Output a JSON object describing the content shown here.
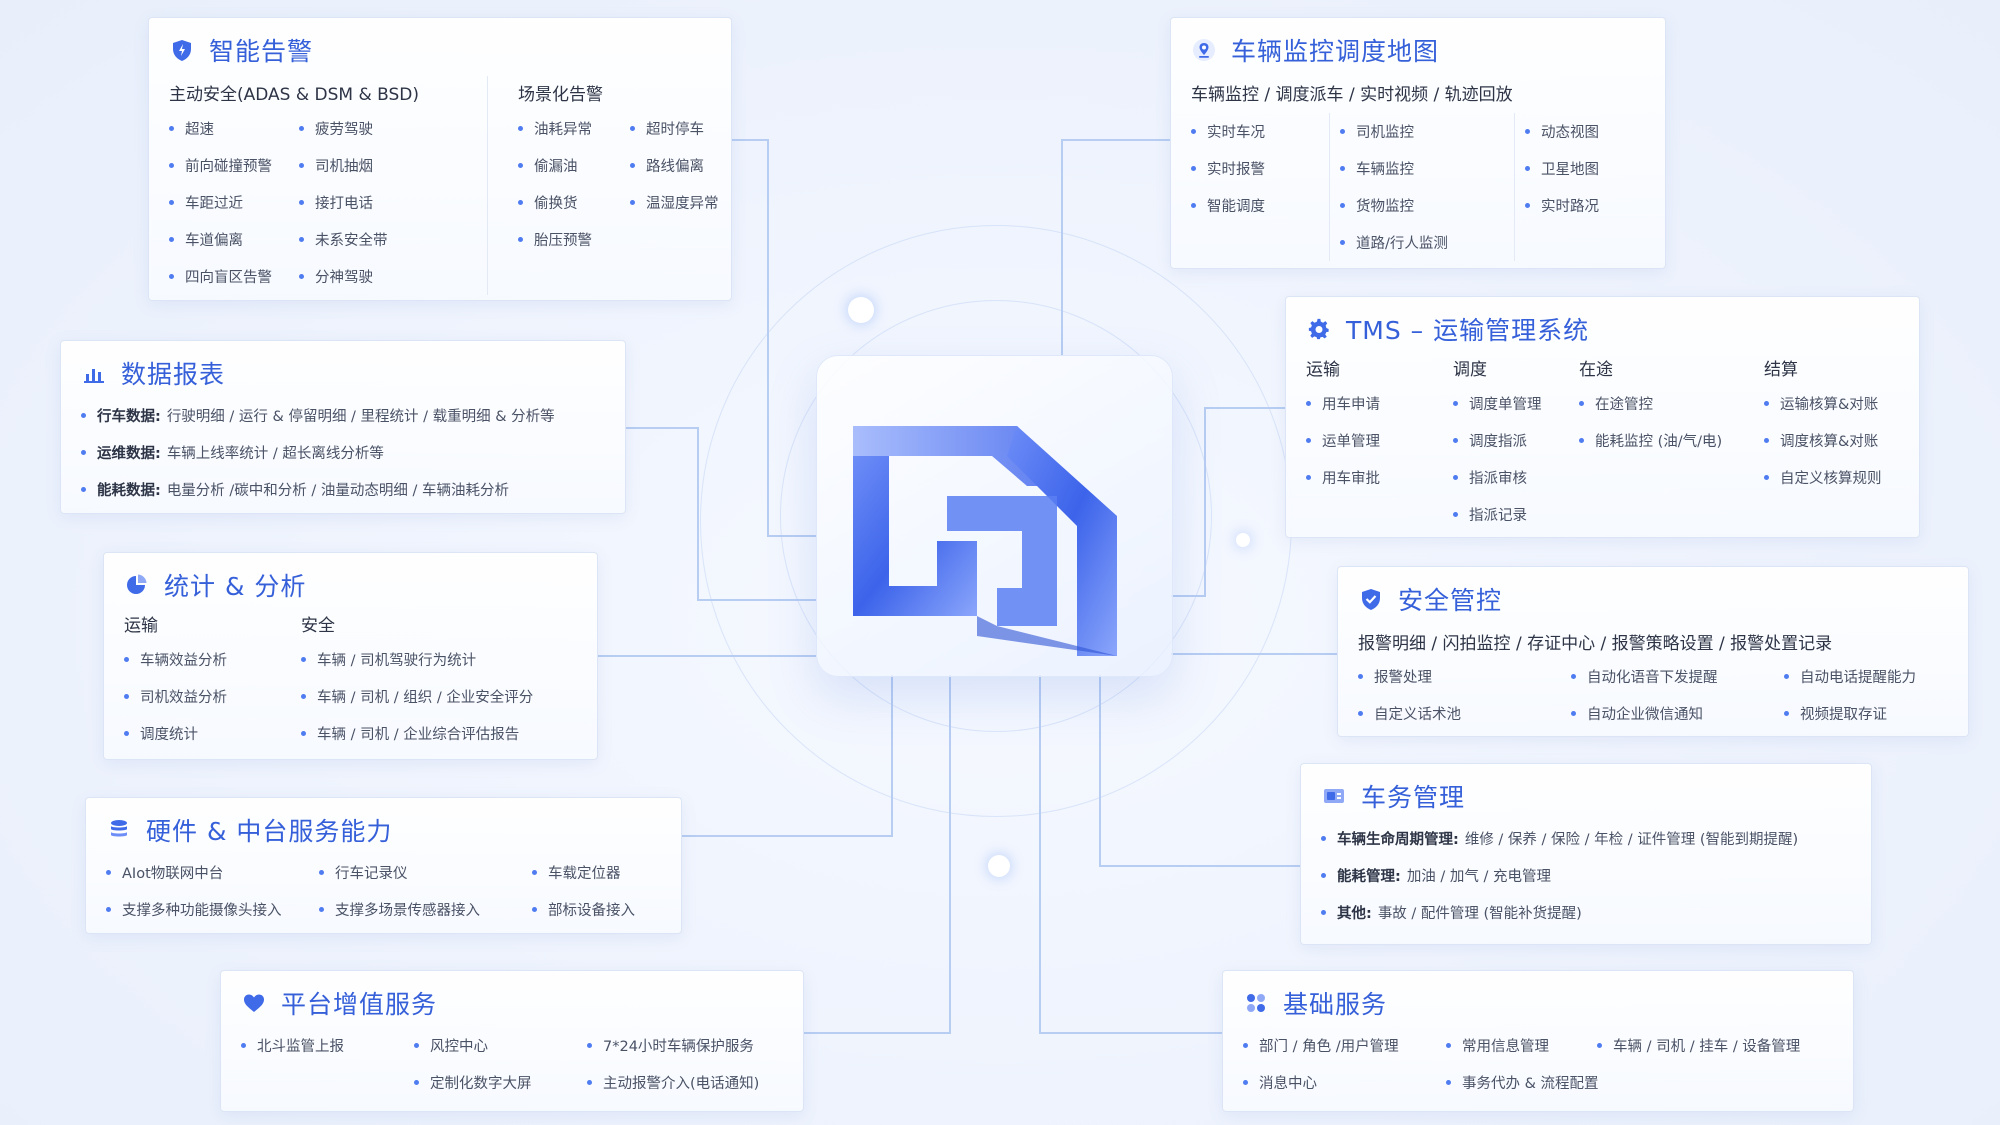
{
  "colors": {
    "accent": "#3560d9",
    "bullet": "#4f7cf0",
    "line": "#b7cdf2"
  },
  "alerts": {
    "title": "智能告警",
    "icon": "shield-bolt-icon",
    "col1_head": "主动安全(ADAS & DSM & BSD)",
    "col1a": [
      "超速",
      "前向碰撞预警",
      "车距过近",
      "车道偏离",
      "四向盲区告警"
    ],
    "col1b": [
      "疲劳驾驶",
      "司机抽烟",
      "接打电话",
      "未系安全带",
      "分神驾驶"
    ],
    "col2_head": "场景化告警",
    "col2a": [
      "油耗异常",
      "偷漏油",
      "偷换货",
      "胎压预警"
    ],
    "col2b": [
      "超时停车",
      "路线偏离",
      "温湿度异常"
    ]
  },
  "monitor": {
    "title": "车辆监控调度地图",
    "icon": "location-pin-icon",
    "sub": "车辆监控 / 调度派车 / 实时视频 / 轨迹回放",
    "col1": [
      "实时车况",
      "实时报警",
      "智能调度"
    ],
    "col2": [
      "司机监控",
      "车辆监控",
      "货物监控",
      "道路/行人监测"
    ],
    "col3": [
      "动态视图",
      "卫星地图",
      "实时路况"
    ]
  },
  "reports": {
    "title": "数据报表",
    "icon": "bar-chart-icon",
    "rows": [
      {
        "k": "行车数据:",
        "v": "行驶明细 / 运行 & 停留明细 / 里程统计 / 载重明细 & 分析等"
      },
      {
        "k": "运维数据:",
        "v": "车辆上线率统计 / 超长离线分析等"
      },
      {
        "k": "能耗数据:",
        "v": "电量分析 /碳中和分析 / 油量动态明细 / 车辆油耗分析"
      }
    ]
  },
  "tms": {
    "title": "TMS – 运输管理系统",
    "icon": "gear-icon",
    "cols": [
      {
        "head": "运输",
        "items": [
          "用车申请",
          "运单管理",
          "用车审批"
        ]
      },
      {
        "head": "调度",
        "items": [
          "调度单管理",
          "调度指派",
          "指派审核",
          "指派记录"
        ]
      },
      {
        "head": "在途",
        "items": [
          "在途管控",
          "能耗监控 (油/气/电)"
        ]
      },
      {
        "head": "结算",
        "items": [
          "运输核算&对账",
          "调度核算&对账",
          "自定义核算规则"
        ]
      }
    ]
  },
  "stats": {
    "title": "统计 & 分析",
    "icon": "pie-chart-icon",
    "cols": [
      {
        "head": "运输",
        "items": [
          "车辆效益分析",
          "司机效益分析",
          "调度统计"
        ]
      },
      {
        "head": "安全",
        "items": [
          "车辆 / 司机驾驶行为统计",
          "车辆 / 司机 / 组织 / 企业安全评分",
          "车辆 / 司机 / 企业综合评估报告"
        ]
      }
    ]
  },
  "safety": {
    "title": "安全管控",
    "icon": "shield-check-icon",
    "sub": "报警明细 / 闪拍监控 / 存证中心 / 报警策略设置 / 报警处置记录",
    "col1": [
      "报警处理",
      "自定义话术池"
    ],
    "col2": [
      "自动化语音下发提醒",
      "自动企业微信通知"
    ],
    "col3": [
      "自动电话提醒能力",
      "视频提取存证"
    ]
  },
  "hardware": {
    "title": "硬件 & 中台服务能力",
    "icon": "database-icon",
    "col1": [
      "AIot物联网中台",
      "支撑多种功能摄像头接入"
    ],
    "col2": [
      "行车记录仪",
      "支撑多场景传感器接入"
    ],
    "col3": [
      "车载定位器",
      "部标设备接入"
    ]
  },
  "fleet": {
    "title": "车务管理",
    "icon": "vehicle-card-icon",
    "rows": [
      {
        "k": "车辆生命周期管理:",
        "v": "维修 / 保养 / 保险 / 年检 / 证件管理 (智能到期提醒)"
      },
      {
        "k": "能耗管理:",
        "v": "加油 / 加气 / 充电管理"
      },
      {
        "k": "其他:",
        "v": "事故 / 配件管理 (智能补货提醒)"
      }
    ]
  },
  "value": {
    "title": "平台增值服务",
    "icon": "heart-icon",
    "col1": [
      "北斗监管上报"
    ],
    "col2": [
      "风控中心",
      "定制化数字大屏"
    ],
    "col3": [
      "7*24小时车辆保护服务",
      "主动报警介入(电话通知)"
    ]
  },
  "basic": {
    "title": "基础服务",
    "icon": "grid-apps-icon",
    "col1": [
      "部门 / 角色 /用户管理",
      "消息中心"
    ],
    "col2": [
      "常用信息管理",
      "事务代办 & 流程配置"
    ],
    "col3": [
      "车辆 / 司机 / 挂车 / 设备管理"
    ]
  },
  "hub": {
    "icon": "platform-logo-icon"
  }
}
